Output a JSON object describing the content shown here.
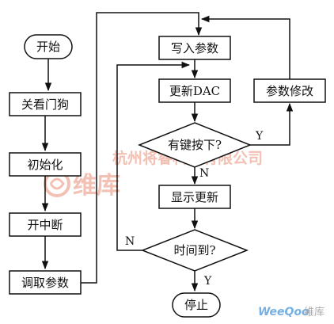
{
  "nodes": {
    "start": "开始",
    "feed_watchdog": "关看门狗",
    "initialize": "初始化",
    "enable_interrupt": "开中断",
    "load_params": "调取参数",
    "write_params": "写入参数",
    "update_dac": "更新DAC",
    "modify_params": "参数修改",
    "key_pressed": "有键按下?",
    "show_update": "显示更新",
    "time_up": "时间到?",
    "stop": "停止"
  },
  "edge_labels": {
    "key_yes": "Y",
    "key_no": "N",
    "time_no": "N",
    "time_yes": "Y"
  },
  "watermarks": {
    "company": "杭州将睿科技有限公司",
    "logo": "维库",
    "footer_brand": "WeeQoo",
    "footer_cn": "维库"
  },
  "colors": {
    "line": "#111111",
    "box_fill": "#ffffff",
    "watermark": "#f2b6a8",
    "watermark_strong": "#ee9a86",
    "footer_brand": "#3b8fd6"
  }
}
